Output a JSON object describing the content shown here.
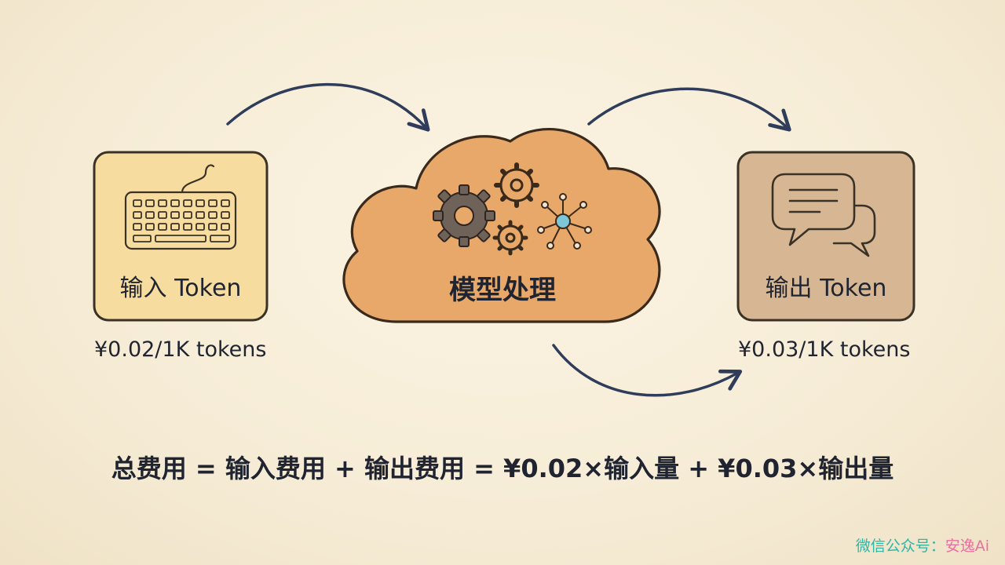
{
  "nodes": {
    "input": {
      "label": "输入 Token",
      "price": "¥0.02/1K tokens"
    },
    "model": {
      "label": "模型处理"
    },
    "output": {
      "label": "输出 Token",
      "price": "¥0.03/1K tokens"
    }
  },
  "formula": "总费用 = 输入费用 + 输出费用 = ¥0.02×输入量 + ¥0.03×输出量",
  "watermark": {
    "prefix": "微信公众号：",
    "name": "安逸Ai"
  },
  "colors": {
    "background": "#f6ecd6",
    "input_box": "#f7dca0",
    "cloud": "#e7a86a",
    "output_box": "#d7b793",
    "arrow": "#2f3c5a",
    "text": "#1f2430"
  },
  "icons": {
    "input": "keyboard-icon",
    "model": "gears-network-icon",
    "output": "chat-bubbles-icon"
  }
}
